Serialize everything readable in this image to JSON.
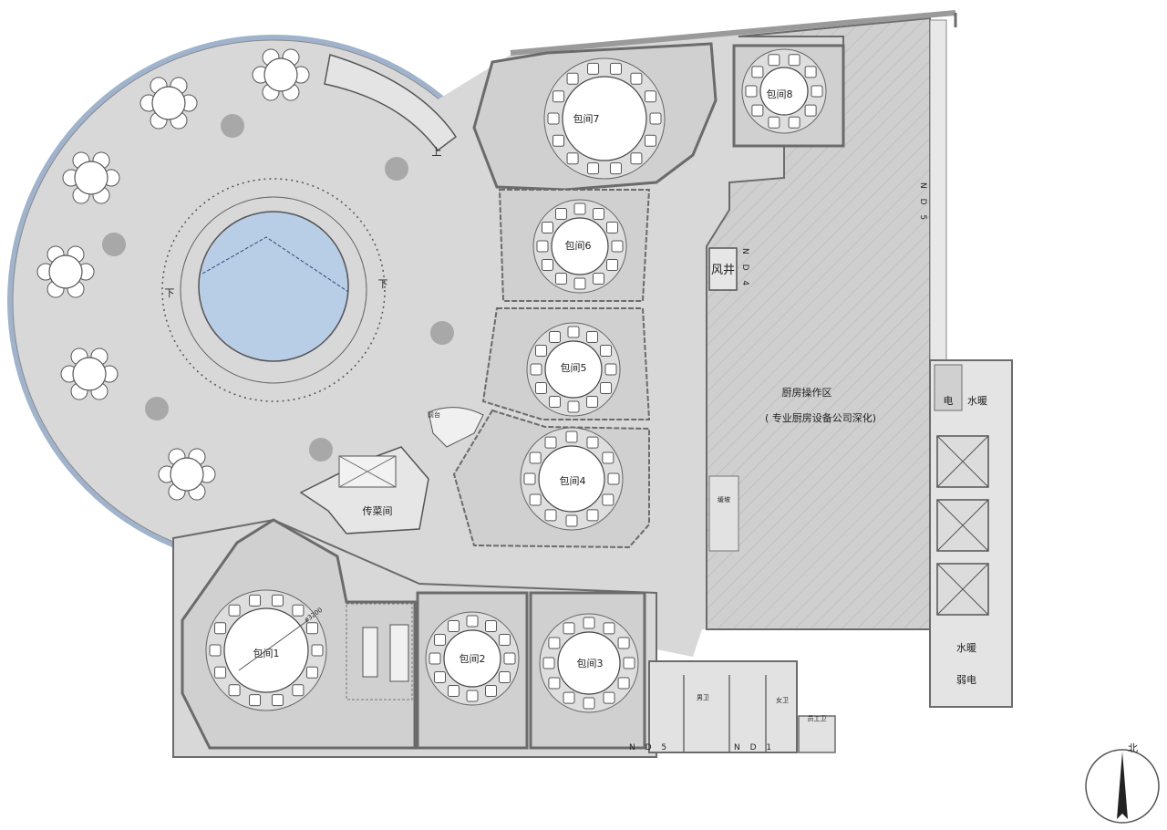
{
  "plan": {
    "rooms": {
      "private_room_1": "包间1",
      "private_room_2": "包间2",
      "private_room_3": "包间3",
      "private_room_4": "包间4",
      "private_room_5": "包间5",
      "private_room_6": "包间6",
      "private_room_7": "包间7",
      "private_room_8": "包间8"
    },
    "kitchen": {
      "title": "厨房操作区",
      "note": "( 专业厨房设备公司深化)"
    },
    "serving_room": "传菜间",
    "air_shaft": "风井",
    "electric": "电",
    "plumbing_hvac_top": "水暖",
    "plumbing_hvac_bottom": "水暖",
    "weak_current": "弱电",
    "stair_up": "上",
    "stair_down_left": "下",
    "stair_down_right": "下",
    "mens_wc": "男卫",
    "womens_wc": "女卫",
    "staff_wc": "员工卫",
    "slope": "缓坡",
    "table_diameter": "ø3200",
    "axis_nd5_right": "N D 5",
    "axis_nd4": "N D 4",
    "axis_nd5_bottom": "N D 5",
    "axis_nd1": "N D 1",
    "north": "北",
    "reception": "前台"
  },
  "colors": {
    "floor": "#d8d8d8",
    "wall": "#6b6b6b",
    "pool": "#b8cde6",
    "kitchen_hatch": "#c4c4c4",
    "glass_edge": "#7f98b8"
  }
}
